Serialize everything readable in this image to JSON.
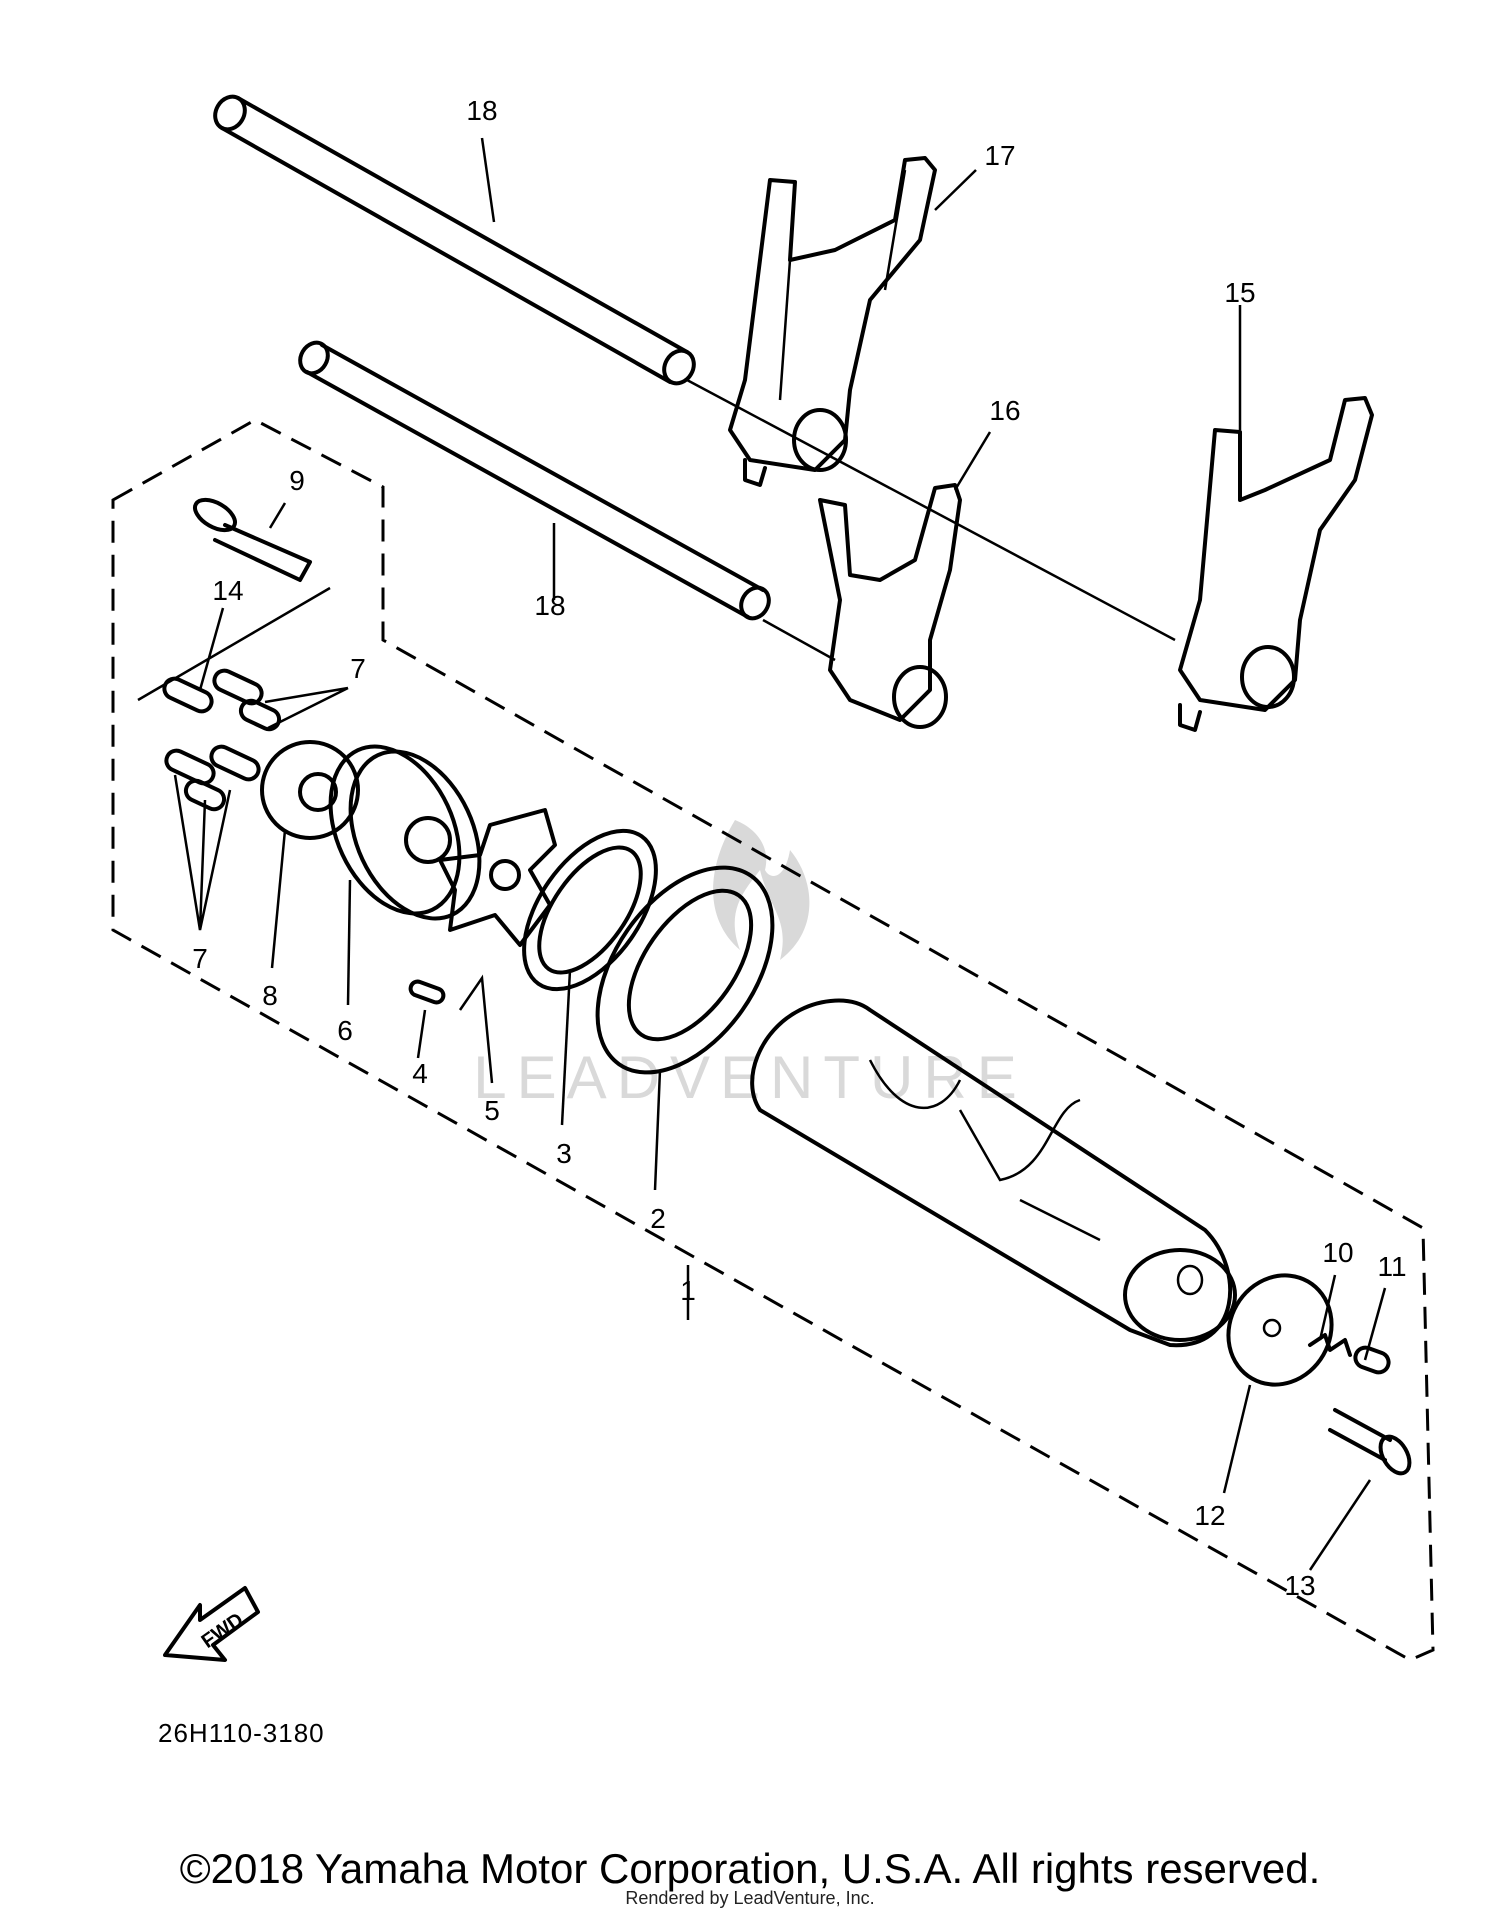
{
  "diagram": {
    "labels": {
      "p1": "1",
      "p2": "2",
      "p3": "3",
      "p4": "4",
      "p5": "5",
      "p6": "6",
      "p7a": "7",
      "p7b": "7",
      "p8": "8",
      "p9": "9",
      "p10": "10",
      "p11": "11",
      "p12": "12",
      "p13": "13",
      "p14": "14",
      "p15": "15",
      "p16": "16",
      "p17": "17",
      "p18a": "18",
      "p18b": "18"
    },
    "fwd_label": "FWD",
    "part_code": "26H110-3180",
    "watermark": "LEADVENTURE"
  },
  "footer": {
    "copyright": "©2018 Yamaha Motor Corporation, U.S.A. All rights reserved.",
    "rendered_by": "Rendered by LeadVenture, Inc."
  }
}
